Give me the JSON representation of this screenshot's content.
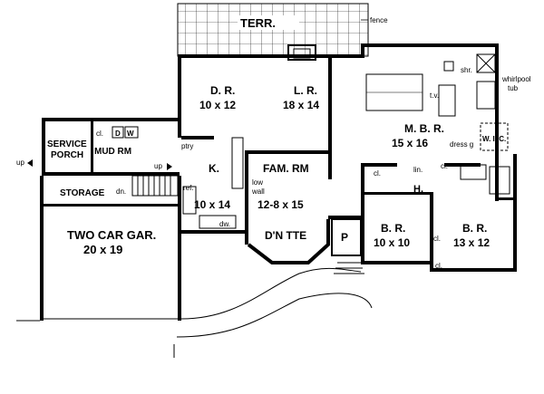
{
  "title": "",
  "labels": {
    "terr": "TERR.",
    "fence": "fence",
    "dr": "D. R.",
    "dr_dim": "10 x 12",
    "lr": "L. R.",
    "lr_dim": "18 x 14",
    "mbr": "M. B. R.",
    "mbr_dim": "15 x 16",
    "shr": "shr.",
    "whirlpool": "whirlpool",
    "tub": "tub",
    "tv": "t.v.",
    "wic": "W. I. C.",
    "dress": "dress g",
    "cl": "cl.",
    "lin": "lin.",
    "service": "SERVICE",
    "porch": "PORCH",
    "mudrm": "MUD RM",
    "d": "D",
    "w": "W",
    "up": "up",
    "ptry": "ptry",
    "k": "K.",
    "k_dim": "10 x 14",
    "famrm": "FAM. RM",
    "famrm_dim": "12-8 x 15",
    "low": "low",
    "wall": "wall",
    "ref": "ref.",
    "dw": "dw.",
    "dntte": "D'N TTE",
    "p": "P",
    "h": "H.",
    "storage": "STORAGE",
    "dn": "dn.",
    "gar": "TWO CAR GAR.",
    "gar_dim": "20 x 19",
    "br": "B. R.",
    "br1_dim": "10 x 10",
    "br2_dim": "13 x 12"
  }
}
